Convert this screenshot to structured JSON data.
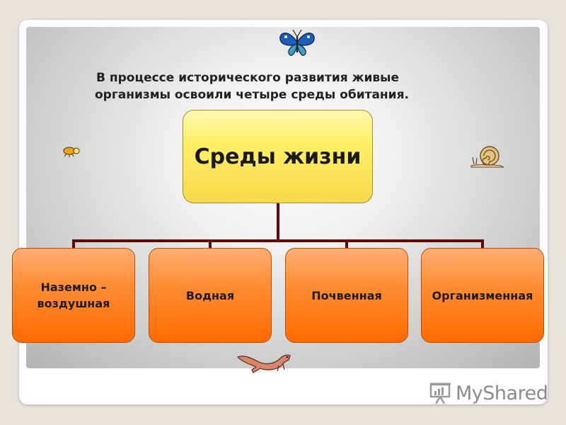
{
  "intro_text": {
    "line1": "В процессе исторического развития живые",
    "line2": "организмы освоили четыре среды обитания."
  },
  "diagram": {
    "root": {
      "label": "Среды жизни"
    },
    "children": [
      {
        "label": "Наземно – воздушная"
      },
      {
        "label": "Водная"
      },
      {
        "label": "Почвенная"
      },
      {
        "label": "Организменная"
      }
    ]
  },
  "decorations": {
    "icons": [
      "butterfly-icon",
      "insect-icon",
      "snail-icon",
      "weasel-icon"
    ]
  },
  "watermark": {
    "text": "MyShared"
  },
  "colors": {
    "root_fill": "#fff066",
    "child_fill": "#ff8d33",
    "connector": "#5c0a0a"
  }
}
